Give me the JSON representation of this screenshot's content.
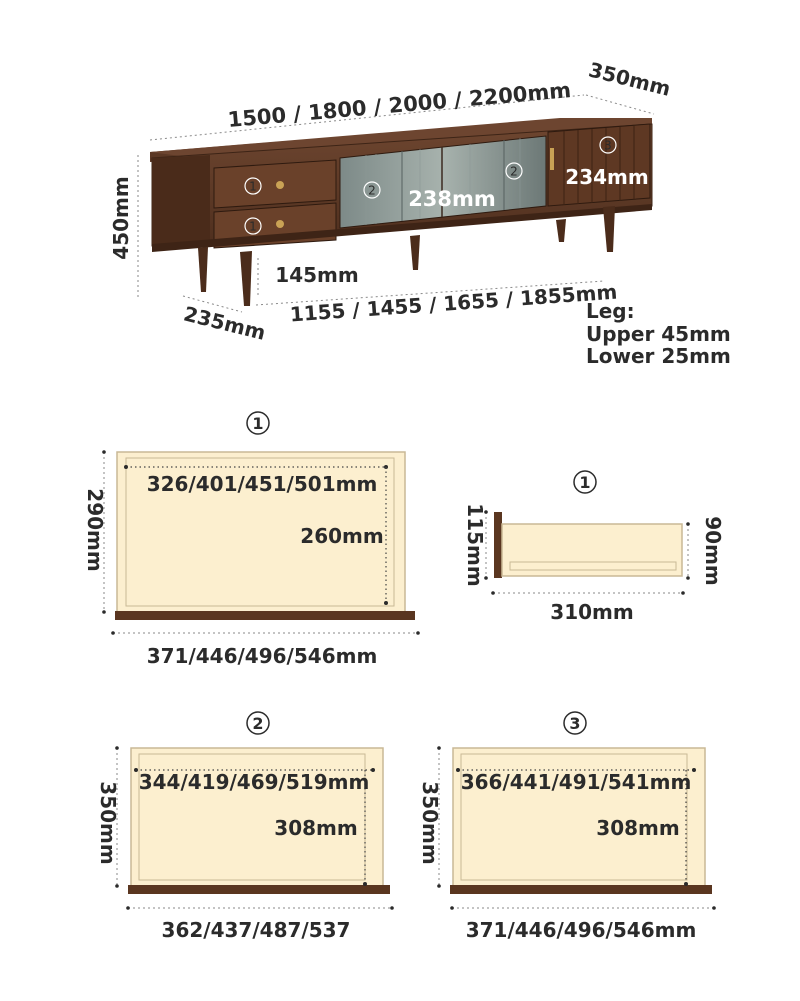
{
  "product": {
    "dims": {
      "length": "1500 / 1800 / 2000 / 2200mm",
      "depth": "350mm",
      "height": "450mm",
      "base_depth": "235mm",
      "leg_height": "145mm",
      "inner_length": "1155 / 1455 / 1655 / 1855mm",
      "shelf_height": "238mm",
      "cabinet_height": "234mm"
    },
    "leg_note": [
      "Leg:",
      "Upper 45mm",
      "Lower 25mm"
    ],
    "markers": {
      "drawer": "1",
      "glass": "2",
      "cabinet": "3"
    }
  },
  "drawer_front": {
    "marker": "1",
    "width_inner": "326/401/451/501mm",
    "depth_inner": "260mm",
    "height": "290mm",
    "width_outer": "371/446/496/546mm"
  },
  "drawer_side": {
    "marker": "1",
    "left_height": "115mm",
    "right_height": "90mm",
    "width": "310mm"
  },
  "compartment_2": {
    "marker": "2",
    "width_inner": "344/419/469/519mm",
    "depth_inner": "308mm",
    "height": "350mm",
    "width_outer": "362/437/487/537"
  },
  "compartment_3": {
    "marker": "3",
    "width_inner": "366/441/491/541mm",
    "depth_inner": "308mm",
    "height": "350mm",
    "width_outer": "371/446/496/546mm"
  }
}
